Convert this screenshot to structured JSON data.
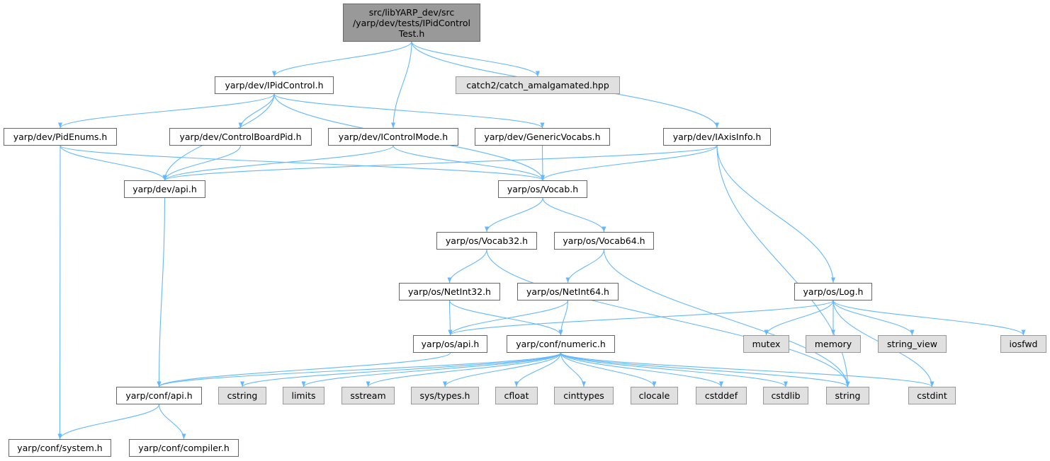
{
  "diagram": {
    "type": "include-dependency-graph",
    "edge_color": "#63b8ff",
    "node_colors": {
      "root_fill": "#999999",
      "internal_fill": "#ffffff",
      "external_fill": "#e0e0e0",
      "border": "#666666"
    },
    "root": {
      "id": "root",
      "lines": [
        "src/libYARP_dev/src",
        "/yarp/dev/tests/IPidControl",
        "Test.h"
      ]
    },
    "nodes": [
      {
        "id": "ipid",
        "label": "yarp/dev/IPidControl.h",
        "kind": "internal"
      },
      {
        "id": "catch",
        "label": "catch2/catch_amalgamated.hpp",
        "kind": "external"
      },
      {
        "id": "pidenums",
        "label": "yarp/dev/PidEnums.h",
        "kind": "internal"
      },
      {
        "id": "cbpid",
        "label": "yarp/dev/ControlBoardPid.h",
        "kind": "internal"
      },
      {
        "id": "icm",
        "label": "yarp/dev/IControlMode.h",
        "kind": "internal"
      },
      {
        "id": "genvoc",
        "label": "yarp/dev/GenericVocabs.h",
        "kind": "internal"
      },
      {
        "id": "iaxis",
        "label": "yarp/dev/IAxisInfo.h",
        "kind": "internal"
      },
      {
        "id": "devapi",
        "label": "yarp/dev/api.h",
        "kind": "internal"
      },
      {
        "id": "vocab",
        "label": "yarp/os/Vocab.h",
        "kind": "internal"
      },
      {
        "id": "vocab32",
        "label": "yarp/os/Vocab32.h",
        "kind": "internal"
      },
      {
        "id": "vocab64",
        "label": "yarp/os/Vocab64.h",
        "kind": "internal"
      },
      {
        "id": "netint32",
        "label": "yarp/os/NetInt32.h",
        "kind": "internal"
      },
      {
        "id": "netint64",
        "label": "yarp/os/NetInt64.h",
        "kind": "internal"
      },
      {
        "id": "log",
        "label": "yarp/os/Log.h",
        "kind": "internal"
      },
      {
        "id": "osapi",
        "label": "yarp/os/api.h",
        "kind": "internal"
      },
      {
        "id": "numeric",
        "label": "yarp/conf/numeric.h",
        "kind": "internal"
      },
      {
        "id": "mutex",
        "label": "mutex",
        "kind": "external"
      },
      {
        "id": "memory",
        "label": "memory",
        "kind": "external"
      },
      {
        "id": "string_view",
        "label": "string_view",
        "kind": "external"
      },
      {
        "id": "iosfwd",
        "label": "iosfwd",
        "kind": "external"
      },
      {
        "id": "confapi",
        "label": "yarp/conf/api.h",
        "kind": "internal"
      },
      {
        "id": "cstring",
        "label": "cstring",
        "kind": "external"
      },
      {
        "id": "limits",
        "label": "limits",
        "kind": "external"
      },
      {
        "id": "sstream",
        "label": "sstream",
        "kind": "external"
      },
      {
        "id": "systypes",
        "label": "sys/types.h",
        "kind": "external"
      },
      {
        "id": "cfloat",
        "label": "cfloat",
        "kind": "external"
      },
      {
        "id": "cinttypes",
        "label": "cinttypes",
        "kind": "external"
      },
      {
        "id": "clocale",
        "label": "clocale",
        "kind": "external"
      },
      {
        "id": "cstddef",
        "label": "cstddef",
        "kind": "external"
      },
      {
        "id": "cstdlib",
        "label": "cstdlib",
        "kind": "external"
      },
      {
        "id": "string",
        "label": "string",
        "kind": "external"
      },
      {
        "id": "cstdint",
        "label": "cstdint",
        "kind": "external"
      },
      {
        "id": "system",
        "label": "yarp/conf/system.h",
        "kind": "internal"
      },
      {
        "id": "compiler",
        "label": "yarp/conf/compiler.h",
        "kind": "internal"
      }
    ],
    "edges": [
      [
        "root",
        "ipid"
      ],
      [
        "root",
        "icm"
      ],
      [
        "root",
        "iaxis"
      ],
      [
        "root",
        "catch"
      ],
      [
        "ipid",
        "pidenums"
      ],
      [
        "ipid",
        "cbpid"
      ],
      [
        "ipid",
        "devapi"
      ],
      [
        "ipid",
        "genvoc"
      ],
      [
        "ipid",
        "vocab"
      ],
      [
        "pidenums",
        "devapi"
      ],
      [
        "pidenums",
        "vocab"
      ],
      [
        "pidenums",
        "system"
      ],
      [
        "cbpid",
        "devapi"
      ],
      [
        "icm",
        "devapi"
      ],
      [
        "icm",
        "vocab"
      ],
      [
        "genvoc",
        "vocab"
      ],
      [
        "iaxis",
        "devapi"
      ],
      [
        "iaxis",
        "vocab"
      ],
      [
        "iaxis",
        "log"
      ],
      [
        "iaxis",
        "string"
      ],
      [
        "devapi",
        "confapi"
      ],
      [
        "vocab",
        "vocab32"
      ],
      [
        "vocab",
        "vocab64"
      ],
      [
        "vocab32",
        "netint32"
      ],
      [
        "vocab32",
        "string"
      ],
      [
        "vocab64",
        "netint64"
      ],
      [
        "vocab64",
        "string"
      ],
      [
        "netint32",
        "osapi"
      ],
      [
        "netint32",
        "numeric"
      ],
      [
        "netint64",
        "osapi"
      ],
      [
        "netint64",
        "numeric"
      ],
      [
        "log",
        "osapi"
      ],
      [
        "log",
        "mutex"
      ],
      [
        "log",
        "memory"
      ],
      [
        "log",
        "string_view"
      ],
      [
        "log",
        "iosfwd"
      ],
      [
        "log",
        "cstdint"
      ],
      [
        "osapi",
        "confapi"
      ],
      [
        "numeric",
        "confapi"
      ],
      [
        "numeric",
        "cstring"
      ],
      [
        "numeric",
        "limits"
      ],
      [
        "numeric",
        "sstream"
      ],
      [
        "numeric",
        "systypes"
      ],
      [
        "numeric",
        "cfloat"
      ],
      [
        "numeric",
        "cinttypes"
      ],
      [
        "numeric",
        "clocale"
      ],
      [
        "numeric",
        "cstddef"
      ],
      [
        "numeric",
        "cstdlib"
      ],
      [
        "numeric",
        "string"
      ],
      [
        "numeric",
        "cstdint"
      ],
      [
        "confapi",
        "system"
      ],
      [
        "confapi",
        "compiler"
      ]
    ]
  }
}
